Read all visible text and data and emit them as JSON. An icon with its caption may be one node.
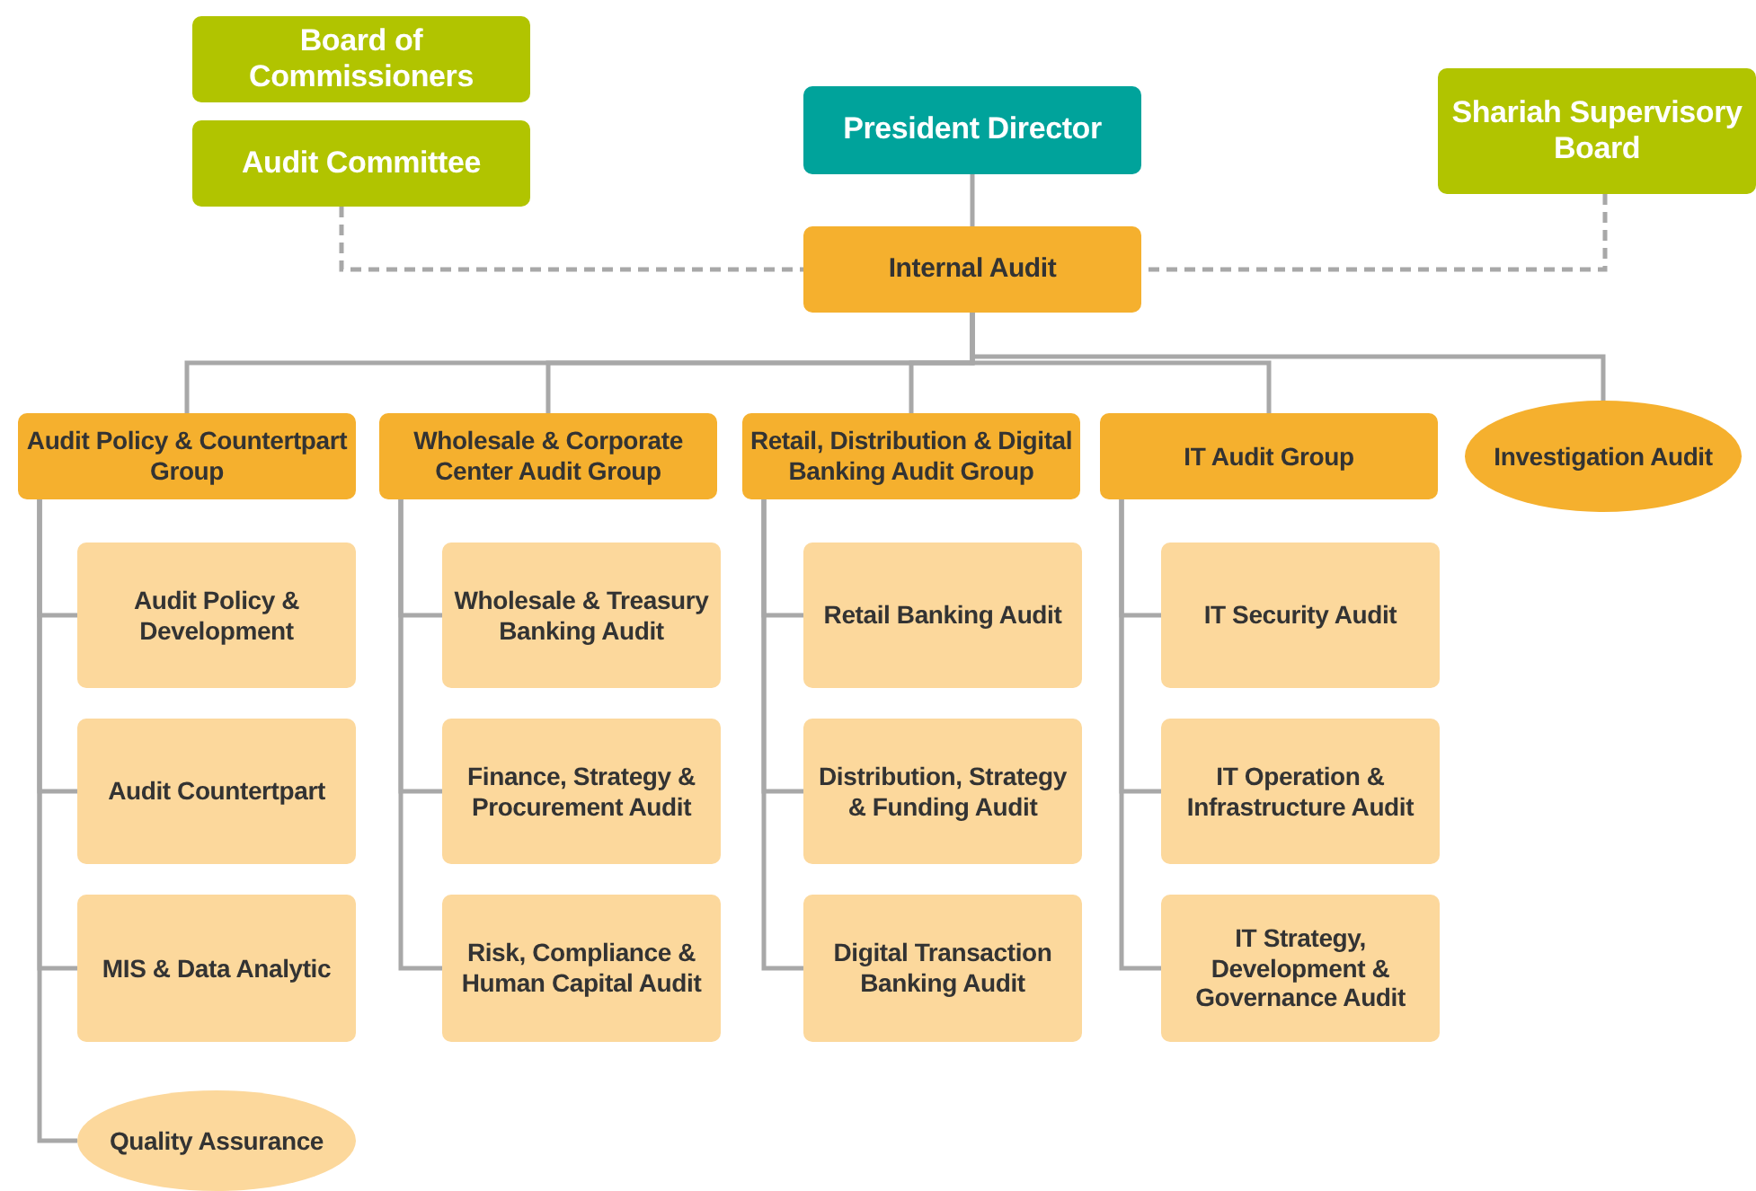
{
  "diagram": {
    "nodes": [
      {
        "text": [
          "Board of Commissioners"
        ]
      },
      {
        "text": [
          "Audit Committee"
        ]
      },
      {
        "text": [
          "President Director"
        ]
      },
      {
        "text": [
          "Shariah Supervisory Board"
        ]
      },
      {
        "text": [
          "Internal Audit"
        ]
      },
      {
        "text": [
          "Audit Policy & Countertpart Group"
        ]
      },
      {
        "text": [
          "Wholesale & Corporate Center Audit Group"
        ]
      },
      {
        "text": [
          "Retail, Distribution & Digital Banking Audit Group"
        ]
      },
      {
        "text": [
          "IT Audit Group"
        ]
      },
      {
        "text": [
          "Investigation Audit"
        ]
      },
      {
        "text": [
          "Audit Policy & Development"
        ]
      },
      {
        "text": [
          "Audit Countertpart"
        ]
      },
      {
        "text": [
          "MIS & Data Analytic"
        ]
      },
      {
        "text": [
          "Quality Assurance"
        ]
      },
      {
        "text": [
          "Wholesale & Treasury Banking Audit"
        ]
      },
      {
        "text": [
          "Finance, Strategy & Procurement Audit"
        ]
      },
      {
        "text": [
          "Risk, Compliance & Human Capital Audit"
        ]
      },
      {
        "text": [
          "Retail Banking Audit"
        ]
      },
      {
        "text": [
          "Distribution, Strategy & Funding Audit"
        ]
      },
      {
        "text": [
          "Digital Transaction Banking Audit"
        ]
      },
      {
        "text": [
          "IT Security Audit"
        ]
      },
      {
        "text": [
          "IT Operation & Infrastructure Audit"
        ]
      },
      {
        "text": [
          "IT Strategy, Development & Governance Audit"
        ]
      }
    ],
    "edges": [
      {
        "from": 2,
        "to": 4,
        "arrow": "none"
      },
      {
        "from": 1,
        "to": 4,
        "arrow": "none",
        "style": "dashed"
      },
      {
        "from": 3,
        "to": 4,
        "arrow": "none",
        "style": "dashed"
      },
      {
        "from": 4,
        "to": 5,
        "arrow": "none"
      },
      {
        "from": 4,
        "to": 6,
        "arrow": "none"
      },
      {
        "from": 4,
        "to": 7,
        "arrow": "none"
      },
      {
        "from": 4,
        "to": 8,
        "arrow": "none"
      },
      {
        "from": 4,
        "to": 9,
        "arrow": "none"
      },
      {
        "from": 5,
        "to": 10,
        "arrow": "none"
      },
      {
        "from": 5,
        "to": 11,
        "arrow": "none"
      },
      {
        "from": 5,
        "to": 12,
        "arrow": "none"
      },
      {
        "from": 5,
        "to": 13,
        "arrow": "none"
      },
      {
        "from": 6,
        "to": 14,
        "arrow": "none"
      },
      {
        "from": 6,
        "to": 15,
        "arrow": "none"
      },
      {
        "from": 6,
        "to": 16,
        "arrow": "none"
      },
      {
        "from": 7,
        "to": 17,
        "arrow": "none"
      },
      {
        "from": 7,
        "to": 18,
        "arrow": "none"
      },
      {
        "from": 7,
        "to": 19,
        "arrow": "none"
      },
      {
        "from": 8,
        "to": 20,
        "arrow": "none"
      },
      {
        "from": 8,
        "to": 21,
        "arrow": "none"
      },
      {
        "from": 8,
        "to": 22,
        "arrow": "none"
      }
    ]
  }
}
